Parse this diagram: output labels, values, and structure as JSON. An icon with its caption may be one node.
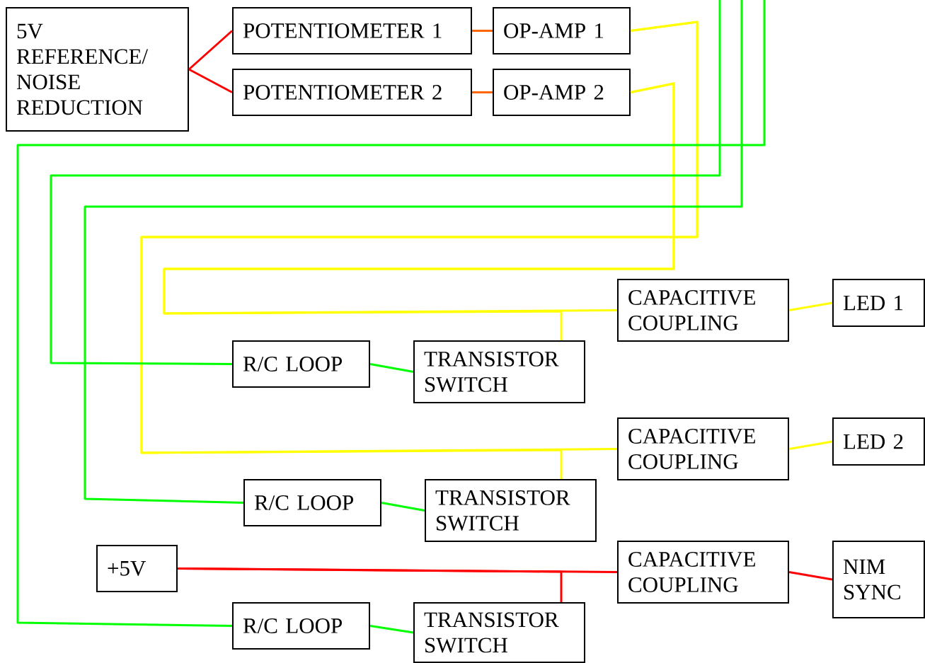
{
  "diagram": {
    "nodes": [
      {
        "text": [
          "5V REFERENCE/ NOISE REDUCTION"
        ]
      },
      {
        "text": [
          "POTENTIOMETER 1"
        ]
      },
      {
        "text": [
          "OP-AMP 1"
        ]
      },
      {
        "text": [
          "POTENTIOMETER 2"
        ]
      },
      {
        "text": [
          "OP-AMP 2"
        ]
      },
      {
        "text": [
          "CAPACITIVE COUPLING"
        ]
      },
      {
        "text": [
          "LED 1"
        ]
      },
      {
        "text": [
          "R/C LOOP"
        ]
      },
      {
        "text": [
          "TRANSISTOR SWITCH"
        ]
      },
      {
        "text": [
          "CAPACITIVE COUPLING"
        ]
      },
      {
        "text": [
          "LED 2"
        ]
      },
      {
        "text": [
          "R/C LOOP"
        ]
      },
      {
        "text": [
          "TRANSISTOR SWITCH"
        ]
      },
      {
        "text": [
          "+5V"
        ]
      },
      {
        "text": [
          "CAPACITIVE COUPLING"
        ]
      },
      {
        "text": [
          "NIM SYNC"
        ]
      },
      {
        "text": [
          "R/C LOOP"
        ]
      },
      {
        "text": [
          "TRANSISTOR SWITCH"
        ]
      }
    ],
    "edges": [
      {
        "from": 0,
        "to": 1,
        "arrow": "none",
        "color": "#ff0000"
      },
      {
        "from": 0,
        "to": 3,
        "arrow": "none",
        "color": "#ff0000"
      },
      {
        "from": 1,
        "to": 2,
        "arrow": "none",
        "color": "#ff6600"
      },
      {
        "from": 3,
        "to": 4,
        "arrow": "none",
        "color": "#ff6600"
      },
      {
        "from": 2,
        "to": 9,
        "arrow": "none",
        "color": "#ffff00"
      },
      {
        "from": 2,
        "to": 12,
        "arrow": "none",
        "color": "#ffff00"
      },
      {
        "from": 4,
        "to": 5,
        "arrow": "none",
        "color": "#ffff00"
      },
      {
        "from": 4,
        "to": 8,
        "arrow": "none",
        "color": "#ffff00"
      },
      {
        "from": 5,
        "to": 6,
        "arrow": "none",
        "color": "#ffff00"
      },
      {
        "from": 9,
        "to": 10,
        "arrow": "none",
        "color": "#ffff00"
      },
      {
        "from": 7,
        "to": 8,
        "arrow": "none",
        "color": "#00ff00"
      },
      {
        "from": 11,
        "to": 12,
        "arrow": "none",
        "color": "#00ff00"
      },
      {
        "from": 16,
        "to": 17,
        "arrow": "none",
        "color": "#00ff00"
      },
      {
        "from": 13,
        "to": 14,
        "arrow": "none",
        "color": "#ff0000"
      },
      {
        "from": 13,
        "to": 17,
        "arrow": "none",
        "color": "#ff0000"
      },
      {
        "from": 14,
        "to": 15,
        "arrow": "none",
        "color": "#ff0000"
      },
      {
        "from": null,
        "to": 7,
        "arrow": "none",
        "color": "#00ff00"
      },
      {
        "from": null,
        "to": 11,
        "arrow": "none",
        "color": "#00ff00"
      },
      {
        "from": null,
        "to": 16,
        "arrow": "none",
        "color": "#00ff00"
      }
    ]
  }
}
